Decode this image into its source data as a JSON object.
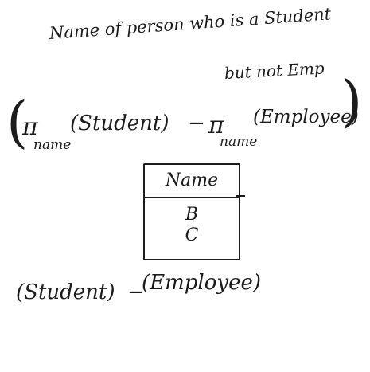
{
  "note": {
    "line1": "Name of person who is a Student",
    "line2": "but not Emp"
  },
  "expression": {
    "open_paren": "(",
    "pi1": "π",
    "pi1_sub": "name",
    "rel1": "(Student)",
    "minus": "−",
    "pi2": "π",
    "pi2_sub": "name",
    "rel2": "(Employee)",
    "close_paren": ")"
  },
  "result_table": {
    "header": "Name",
    "rows": [
      "B",
      "C"
    ]
  },
  "bottom_expression": {
    "left": "(Student)",
    "minus": "−",
    "right": "(Employee)"
  }
}
